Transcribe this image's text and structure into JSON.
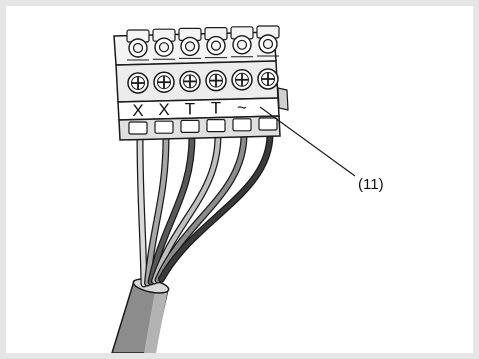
{
  "diagram": {
    "callout_label": "(11)",
    "terminal_labels": [
      "X",
      "X",
      "T",
      "T",
      "~",
      ""
    ],
    "colors": {
      "background": "#e6e6e6",
      "panel": "#ffffff",
      "outline": "#1a1a1a",
      "connector_body": "#f4f4f4",
      "cable_jacket": "#8c8c8c"
    },
    "wire_colors": [
      "#d9d9d9",
      "#a6a6a6",
      "#595959",
      "#bfbfbf",
      "#8c8c8c",
      "#3a3a3a"
    ],
    "icons": [
      "screw-terminal-icon",
      "wire-clamp-icon"
    ]
  }
}
